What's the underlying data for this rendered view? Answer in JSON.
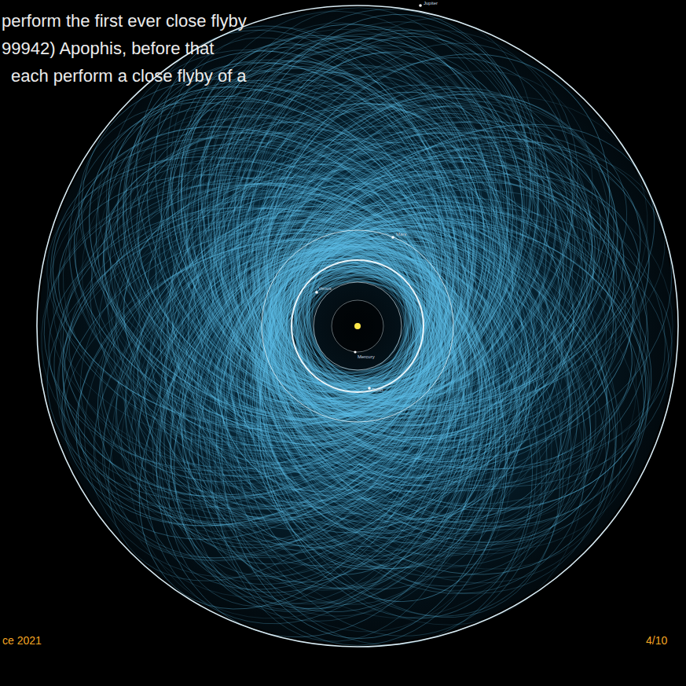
{
  "diagram": {
    "labels": [
      "perform the first ever close flyby",
      "99942) Apophis, before that",
      "each perform a close flyby of a",
      "ce 2021",
      "4/10",
      "Jupiter",
      "Mars",
      "Venus",
      "Mercury",
      "Earth"
    ]
  }
}
